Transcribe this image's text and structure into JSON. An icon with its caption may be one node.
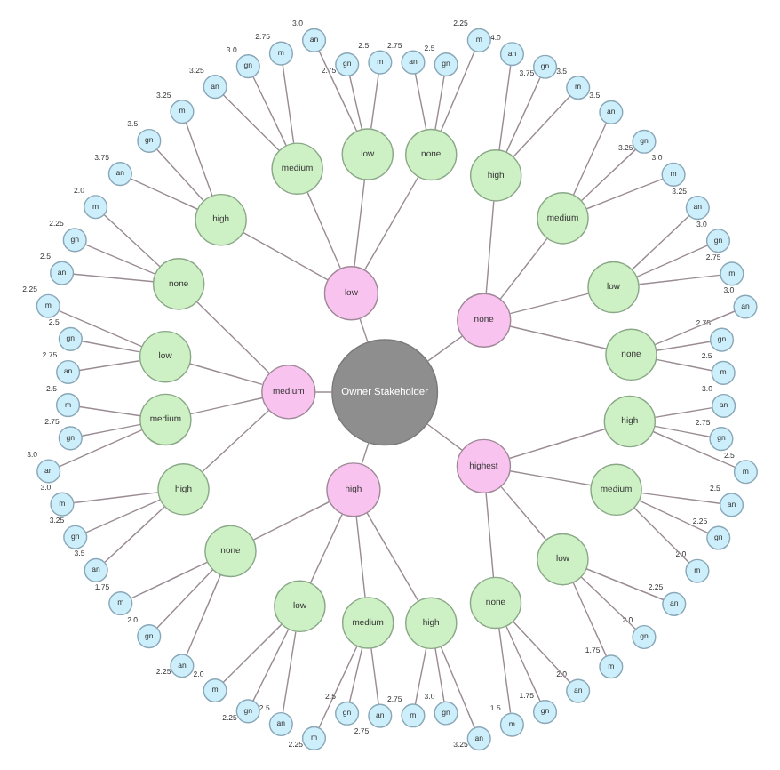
{
  "diagram": {
    "nodes": [
      {
        "text": [
          "Owner Stakeholder"
        ]
      },
      {
        "text": [
          "none"
        ]
      },
      {
        "text": [
          "low"
        ]
      },
      {
        "text": [
          "medium"
        ]
      },
      {
        "text": [
          "high"
        ]
      },
      {
        "text": [
          "highest"
        ]
      },
      {
        "text": [
          "none"
        ]
      },
      {
        "text": [
          "low"
        ]
      },
      {
        "text": [
          "medium"
        ]
      },
      {
        "text": [
          "high"
        ]
      },
      {
        "text": [
          "none"
        ]
      },
      {
        "text": [
          "low"
        ]
      },
      {
        "text": [
          "medium"
        ]
      },
      {
        "text": [
          "high"
        ]
      },
      {
        "text": [
          "none"
        ]
      },
      {
        "text": [
          "low"
        ]
      },
      {
        "text": [
          "medium"
        ]
      },
      {
        "text": [
          "high"
        ]
      },
      {
        "text": [
          "none"
        ]
      },
      {
        "text": [
          "low"
        ]
      },
      {
        "text": [
          "medium"
        ]
      },
      {
        "text": [
          "high"
        ]
      },
      {
        "text": [
          "none"
        ]
      },
      {
        "text": [
          "low"
        ]
      },
      {
        "text": [
          "medium"
        ]
      },
      {
        "text": [
          "high"
        ]
      },
      {
        "text": [
          "m"
        ],
        "beside": [
          "2.5"
        ]
      },
      {
        "text": [
          "gn"
        ],
        "beside": [
          "2.75"
        ]
      },
      {
        "text": [
          "an"
        ],
        "beside": [
          "3.0"
        ]
      },
      {
        "text": [
          "m"
        ],
        "beside": [
          "2.75"
        ]
      },
      {
        "text": [
          "gn"
        ],
        "beside": [
          "3.0"
        ]
      },
      {
        "text": [
          "an"
        ],
        "beside": [
          "3.25"
        ]
      },
      {
        "text": [
          "m"
        ],
        "beside": [
          "3.0"
        ]
      },
      {
        "text": [
          "gn"
        ],
        "beside": [
          "3.25"
        ]
      },
      {
        "text": [
          "an"
        ],
        "beside": [
          "3.5"
        ]
      },
      {
        "text": [
          "m"
        ],
        "beside": [
          "3.5"
        ]
      },
      {
        "text": [
          "gn"
        ],
        "beside": [
          "3.75"
        ]
      },
      {
        "text": [
          "an"
        ],
        "beside": [
          "4.0"
        ]
      },
      {
        "text": [
          "m"
        ],
        "beside": [
          "2.25"
        ]
      },
      {
        "text": [
          "gn"
        ],
        "beside": [
          "2.5"
        ]
      },
      {
        "text": [
          "an"
        ],
        "beside": [
          "2.75"
        ]
      },
      {
        "text": [
          "m"
        ],
        "beside": [
          "2.5"
        ]
      },
      {
        "text": [
          "gn"
        ],
        "beside": [
          "2.75"
        ]
      },
      {
        "text": [
          "an"
        ],
        "beside": [
          "3.0"
        ]
      },
      {
        "text": [
          "m"
        ],
        "beside": [
          "2.75"
        ]
      },
      {
        "text": [
          "gn"
        ],
        "beside": [
          "3.0"
        ]
      },
      {
        "text": [
          "an"
        ],
        "beside": [
          "3.25"
        ]
      },
      {
        "text": [
          "m"
        ],
        "beside": [
          "3.25"
        ]
      },
      {
        "text": [
          "gn"
        ],
        "beside": [
          "3.5"
        ]
      },
      {
        "text": [
          "an"
        ],
        "beside": [
          "3.75"
        ]
      },
      {
        "text": [
          "m"
        ],
        "beside": [
          "2.0"
        ]
      },
      {
        "text": [
          "gn"
        ],
        "beside": [
          "2.25"
        ]
      },
      {
        "text": [
          "an"
        ],
        "beside": [
          "2.5"
        ]
      },
      {
        "text": [
          "m"
        ],
        "beside": [
          "2.25"
        ]
      },
      {
        "text": [
          "gn"
        ],
        "beside": [
          "2.5"
        ]
      },
      {
        "text": [
          "an"
        ],
        "beside": [
          "2.75"
        ]
      },
      {
        "text": [
          "m"
        ],
        "beside": [
          "2.5"
        ]
      },
      {
        "text": [
          "gn"
        ],
        "beside": [
          "2.75"
        ]
      },
      {
        "text": [
          "an"
        ],
        "beside": [
          "3.0"
        ]
      },
      {
        "text": [
          "m"
        ],
        "beside": [
          "3.0"
        ]
      },
      {
        "text": [
          "gn"
        ],
        "beside": [
          "3.25"
        ]
      },
      {
        "text": [
          "an"
        ],
        "beside": [
          "3.5"
        ]
      },
      {
        "text": [
          "m"
        ],
        "beside": [
          "1.75"
        ]
      },
      {
        "text": [
          "gn"
        ],
        "beside": [
          "2.0"
        ]
      },
      {
        "text": [
          "an"
        ],
        "beside": [
          "2.25"
        ]
      },
      {
        "text": [
          "m"
        ],
        "beside": [
          "2.0"
        ]
      },
      {
        "text": [
          "gn"
        ],
        "beside": [
          "2.25"
        ]
      },
      {
        "text": [
          "an"
        ],
        "beside": [
          "2.5"
        ]
      },
      {
        "text": [
          "m"
        ],
        "beside": [
          "2.25"
        ]
      },
      {
        "text": [
          "gn"
        ],
        "beside": [
          "2.5"
        ]
      },
      {
        "text": [
          "an"
        ],
        "beside": [
          "2.75"
        ]
      },
      {
        "text": [
          "m"
        ],
        "beside": [
          "2.75"
        ]
      },
      {
        "text": [
          "gn"
        ],
        "beside": [
          "3.0"
        ]
      },
      {
        "text": [
          "an"
        ],
        "beside": [
          "3.25"
        ]
      },
      {
        "text": [
          "m"
        ],
        "beside": [
          "1.5"
        ]
      },
      {
        "text": [
          "gn"
        ],
        "beside": [
          "1.75"
        ]
      },
      {
        "text": [
          "an"
        ],
        "beside": [
          "2.0"
        ]
      },
      {
        "text": [
          "m"
        ],
        "beside": [
          "1.75"
        ]
      },
      {
        "text": [
          "gn"
        ],
        "beside": [
          "2.0"
        ]
      },
      {
        "text": [
          "an"
        ],
        "beside": [
          "2.25"
        ]
      },
      {
        "text": [
          "m"
        ],
        "beside": [
          "2.0"
        ]
      },
      {
        "text": [
          "gn"
        ],
        "beside": [
          "2.25"
        ]
      },
      {
        "text": [
          "an"
        ],
        "beside": [
          "2.5"
        ]
      },
      {
        "text": [
          "m"
        ],
        "beside": [
          "2.5"
        ]
      },
      {
        "text": [
          "gn"
        ],
        "beside": [
          "2.75"
        ]
      },
      {
        "text": [
          "an"
        ],
        "beside": [
          "3.0"
        ]
      }
    ],
    "edges": [
      {
        "from": 0,
        "to": 1,
        "arrow": "none"
      },
      {
        "from": 0,
        "to": 2,
        "arrow": "none"
      },
      {
        "from": 0,
        "to": 3,
        "arrow": "none"
      },
      {
        "from": 0,
        "to": 4,
        "arrow": "none"
      },
      {
        "from": 0,
        "to": 5,
        "arrow": "none"
      },
      {
        "from": 1,
        "to": 6,
        "arrow": "none"
      },
      {
        "from": 1,
        "to": 7,
        "arrow": "none"
      },
      {
        "from": 1,
        "to": 8,
        "arrow": "none"
      },
      {
        "from": 1,
        "to": 9,
        "arrow": "none"
      },
      {
        "from": 2,
        "to": 10,
        "arrow": "none"
      },
      {
        "from": 2,
        "to": 11,
        "arrow": "none"
      },
      {
        "from": 2,
        "to": 12,
        "arrow": "none"
      },
      {
        "from": 2,
        "to": 13,
        "arrow": "none"
      },
      {
        "from": 3,
        "to": 14,
        "arrow": "none"
      },
      {
        "from": 3,
        "to": 15,
        "arrow": "none"
      },
      {
        "from": 3,
        "to": 16,
        "arrow": "none"
      },
      {
        "from": 3,
        "to": 17,
        "arrow": "none"
      },
      {
        "from": 4,
        "to": 18,
        "arrow": "none"
      },
      {
        "from": 4,
        "to": 19,
        "arrow": "none"
      },
      {
        "from": 4,
        "to": 20,
        "arrow": "none"
      },
      {
        "from": 4,
        "to": 21,
        "arrow": "none"
      },
      {
        "from": 5,
        "to": 22,
        "arrow": "none"
      },
      {
        "from": 5,
        "to": 23,
        "arrow": "none"
      },
      {
        "from": 5,
        "to": 24,
        "arrow": "none"
      },
      {
        "from": 5,
        "to": 25,
        "arrow": "none"
      },
      {
        "from": 6,
        "to": 26,
        "arrow": "none"
      },
      {
        "from": 6,
        "to": 27,
        "arrow": "none"
      },
      {
        "from": 6,
        "to": 28,
        "arrow": "none"
      },
      {
        "from": 7,
        "to": 29,
        "arrow": "none"
      },
      {
        "from": 7,
        "to": 30,
        "arrow": "none"
      },
      {
        "from": 7,
        "to": 31,
        "arrow": "none"
      },
      {
        "from": 8,
        "to": 32,
        "arrow": "none"
      },
      {
        "from": 8,
        "to": 33,
        "arrow": "none"
      },
      {
        "from": 8,
        "to": 34,
        "arrow": "none"
      },
      {
        "from": 9,
        "to": 35,
        "arrow": "none"
      },
      {
        "from": 9,
        "to": 36,
        "arrow": "none"
      },
      {
        "from": 9,
        "to": 37,
        "arrow": "none"
      },
      {
        "from": 10,
        "to": 38,
        "arrow": "none"
      },
      {
        "from": 10,
        "to": 39,
        "arrow": "none"
      },
      {
        "from": 10,
        "to": 40,
        "arrow": "none"
      },
      {
        "from": 11,
        "to": 41,
        "arrow": "none"
      },
      {
        "from": 11,
        "to": 42,
        "arrow": "none"
      },
      {
        "from": 11,
        "to": 43,
        "arrow": "none"
      },
      {
        "from": 12,
        "to": 44,
        "arrow": "none"
      },
      {
        "from": 12,
        "to": 45,
        "arrow": "none"
      },
      {
        "from": 12,
        "to": 46,
        "arrow": "none"
      },
      {
        "from": 13,
        "to": 47,
        "arrow": "none"
      },
      {
        "from": 13,
        "to": 48,
        "arrow": "none"
      },
      {
        "from": 13,
        "to": 49,
        "arrow": "none"
      },
      {
        "from": 14,
        "to": 50,
        "arrow": "none"
      },
      {
        "from": 14,
        "to": 51,
        "arrow": "none"
      },
      {
        "from": 14,
        "to": 52,
        "arrow": "none"
      },
      {
        "from": 15,
        "to": 53,
        "arrow": "none"
      },
      {
        "from": 15,
        "to": 54,
        "arrow": "none"
      },
      {
        "from": 15,
        "to": 55,
        "arrow": "none"
      },
      {
        "from": 16,
        "to": 56,
        "arrow": "none"
      },
      {
        "from": 16,
        "to": 57,
        "arrow": "none"
      },
      {
        "from": 16,
        "to": 58,
        "arrow": "none"
      },
      {
        "from": 17,
        "to": 59,
        "arrow": "none"
      },
      {
        "from": 17,
        "to": 60,
        "arrow": "none"
      },
      {
        "from": 17,
        "to": 61,
        "arrow": "none"
      },
      {
        "from": 18,
        "to": 62,
        "arrow": "none"
      },
      {
        "from": 18,
        "to": 63,
        "arrow": "none"
      },
      {
        "from": 18,
        "to": 64,
        "arrow": "none"
      },
      {
        "from": 19,
        "to": 65,
        "arrow": "none"
      },
      {
        "from": 19,
        "to": 66,
        "arrow": "none"
      },
      {
        "from": 19,
        "to": 67,
        "arrow": "none"
      },
      {
        "from": 20,
        "to": 68,
        "arrow": "none"
      },
      {
        "from": 20,
        "to": 69,
        "arrow": "none"
      },
      {
        "from": 20,
        "to": 70,
        "arrow": "none"
      },
      {
        "from": 21,
        "to": 71,
        "arrow": "none"
      },
      {
        "from": 21,
        "to": 72,
        "arrow": "none"
      },
      {
        "from": 21,
        "to": 73,
        "arrow": "none"
      },
      {
        "from": 22,
        "to": 74,
        "arrow": "none"
      },
      {
        "from": 22,
        "to": 75,
        "arrow": "none"
      },
      {
        "from": 22,
        "to": 76,
        "arrow": "none"
      },
      {
        "from": 23,
        "to": 77,
        "arrow": "none"
      },
      {
        "from": 23,
        "to": 78,
        "arrow": "none"
      },
      {
        "from": 23,
        "to": 79,
        "arrow": "none"
      },
      {
        "from": 24,
        "to": 80,
        "arrow": "none"
      },
      {
        "from": 24,
        "to": 81,
        "arrow": "none"
      },
      {
        "from": 24,
        "to": 82,
        "arrow": "none"
      },
      {
        "from": 25,
        "to": 83,
        "arrow": "none"
      },
      {
        "from": 25,
        "to": 84,
        "arrow": "none"
      },
      {
        "from": 25,
        "to": 85,
        "arrow": "none"
      }
    ]
  }
}
